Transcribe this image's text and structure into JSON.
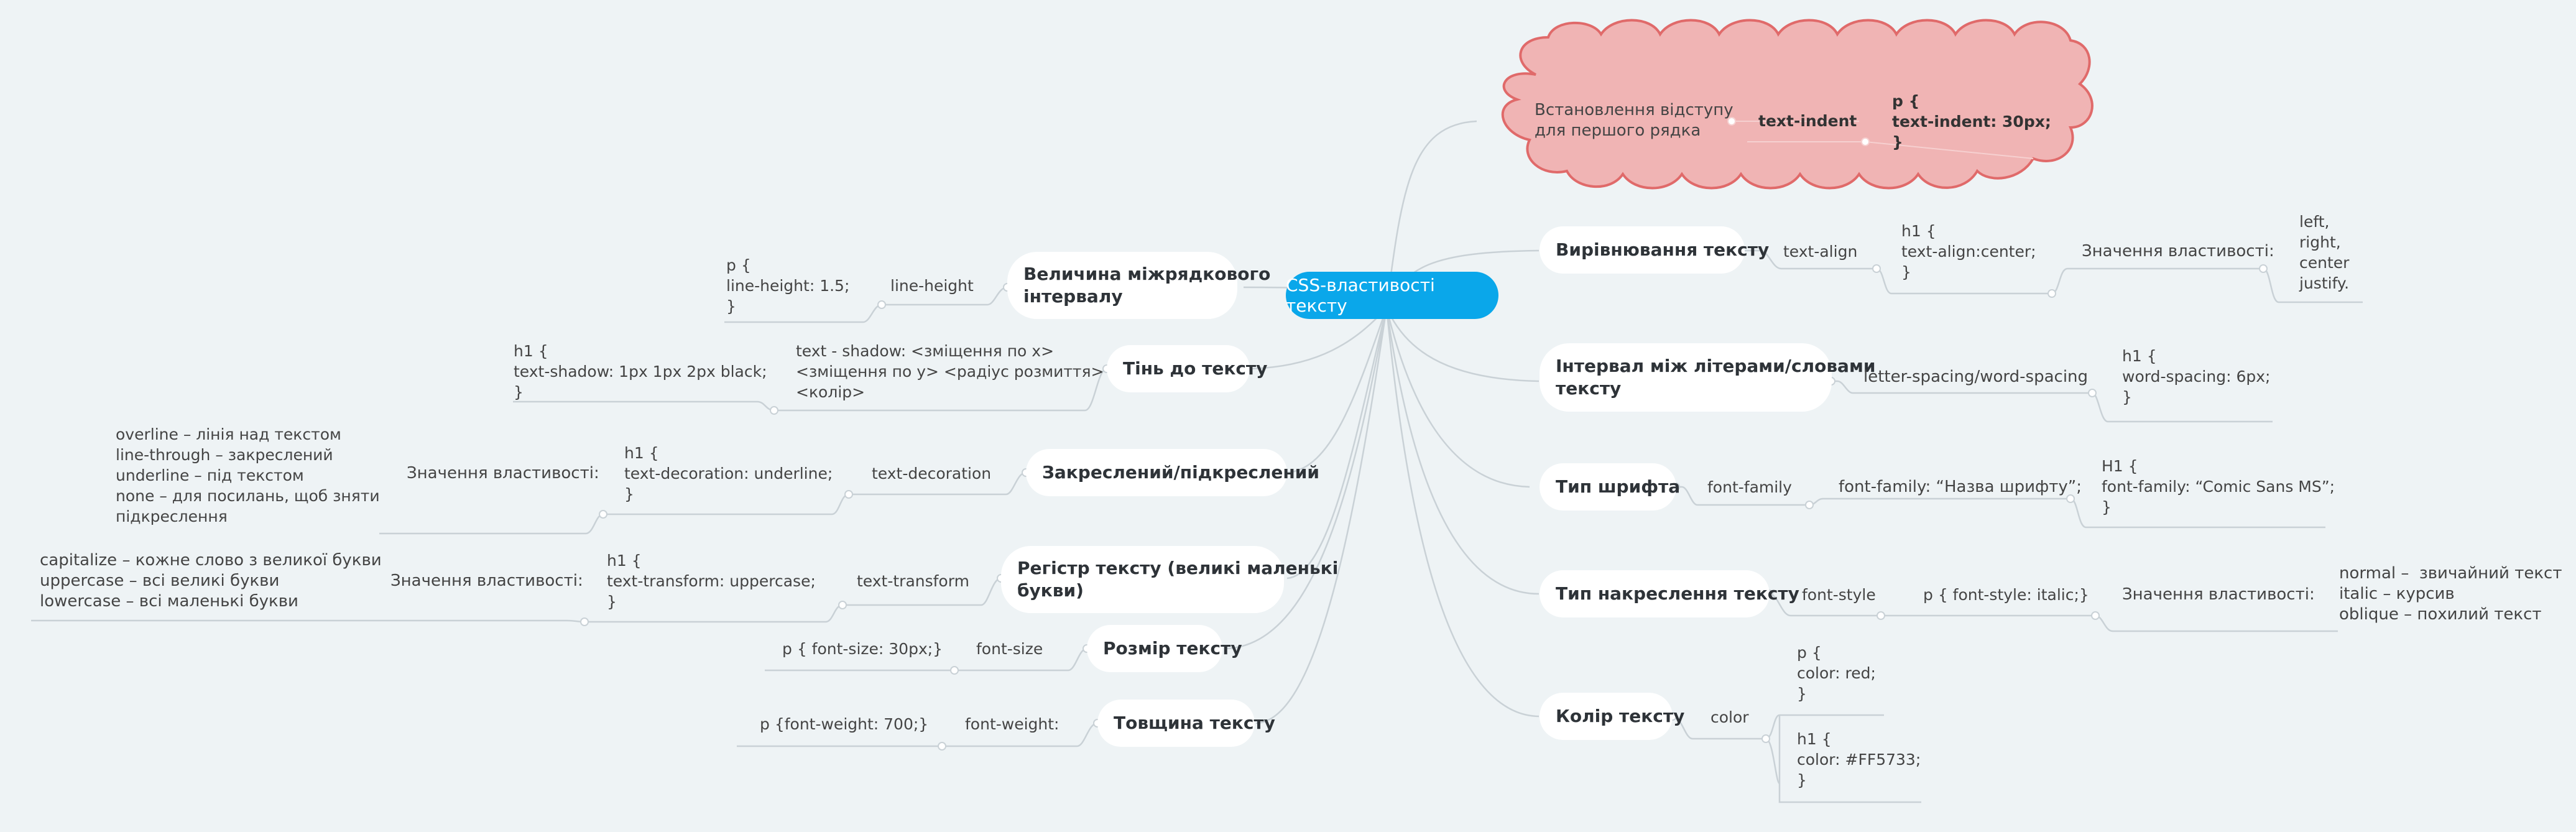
{
  "central": "CSS-властивості тексту",
  "right": {
    "indent": {
      "description": "Встановлення відступу\nдля першого рядка",
      "property": "text-indent",
      "example": "p {\ntext-indent: 30px;\n}"
    },
    "align": {
      "topic": "Вирівнювання тексту",
      "property": "text-align",
      "example": "h1 {\ntext-align:center;\n}",
      "values_label": "Значення властивості:",
      "values": "left,\nright,\ncenter\njustify."
    },
    "spacing": {
      "topic": "Інтервал між літерами/словами\nтексту",
      "property": "letter-spacing/word-spacing",
      "example": "h1 {\nword-spacing: 6px;\n}"
    },
    "family": {
      "topic": "Тип шрифта",
      "property": "font-family",
      "syntax": "font-family: “Назва шрифту”;",
      "example": "H1 {\nfont-family: “Comic Sans MS”;\n}"
    },
    "style": {
      "topic": "Тип накреслення тексту",
      "property": "font-style",
      "example": "p { font-style: italic;}",
      "values_label": "Значення властивості:",
      "values": "normal –  звичайний текст\nitalic – курсив\noblique – похилий текст"
    },
    "color": {
      "topic": "Колір тексту",
      "property": "color",
      "example1": "p {\ncolor: red;\n}",
      "example2": "h1 {\ncolor: #FF5733;\n}"
    }
  },
  "left": {
    "lineheight": {
      "topic": "Величина міжрядкового\nінтервалу",
      "property": "line-height",
      "example": "p {\nline-height: 1.5;\n}"
    },
    "shadow": {
      "topic": "Тінь до тексту",
      "syntax": "text - shadow: <зміщення по x>\n<зміщення по y> <радіус розмиття>\n<колір>",
      "example": "h1 {\ntext-shadow: 1px 1px 2px black;\n}"
    },
    "decoration": {
      "topic": "Закреслений/підкреслений",
      "property": "text-decoration",
      "example": "h1 {\ntext-decoration: underline;\n}",
      "values_label": "Значення властивості:",
      "values": "overline – лінія над текстом\nline-through – закреслений\nunderline – під текстом\nnone – для посилань, щоб зняти\nпідкреслення"
    },
    "transform": {
      "topic": "Регістр тексту (великі маленькі\nбукви)",
      "property": "text-transform",
      "example": "h1 {\ntext-transform: uppercase;\n}",
      "values_label": "Значення властивості:",
      "values": "capitalize – кожне слово з великої букви\nuppercase – всі великі букви\nlowercase – всі маленькі букви"
    },
    "size": {
      "topic": "Розмір тексту",
      "property": "font-size",
      "example": "p { font-size: 30px;}"
    },
    "weight": {
      "topic": "Товщина тексту",
      "property": "font-weight:",
      "example": "p {font-weight: 700;}"
    }
  },
  "colors": {
    "central": "#0aa7ea",
    "cloud_fill": "#f0b4b4",
    "cloud_stroke": "#e06a6a",
    "background": "#eef3f5",
    "lines": "#c9d1d6"
  }
}
